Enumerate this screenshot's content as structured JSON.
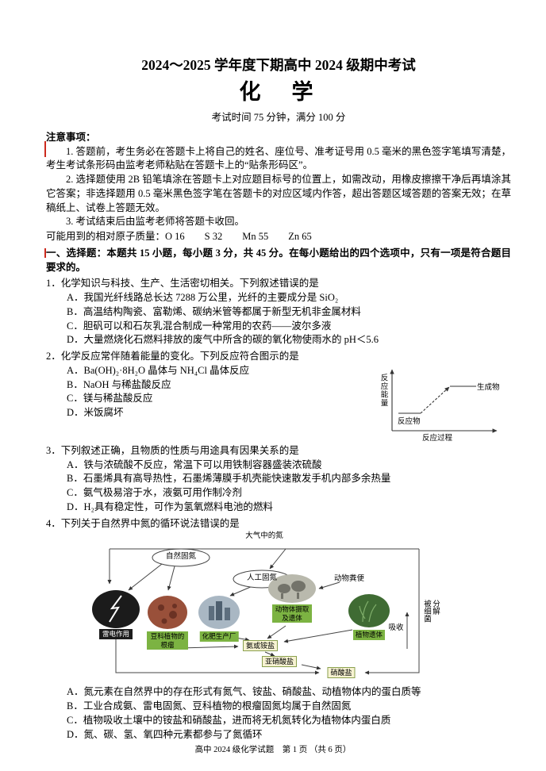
{
  "header": {
    "title": "2024～2025 学年度下期高中 2024 级期中考试",
    "subject": "化　学",
    "info": "考试时间 75 分钟，满分 100 分"
  },
  "notice": {
    "heading": "注意事项：",
    "item1": "1. 答题前，考生务必在答题卡上将自己的姓名、座位号、准考证号用 0.5 毫米的黑色签字笔填写清楚，考生考试条形码由监考老师粘贴在答题卡上的“贴条形码区”。",
    "item2": "2. 选择题使用 2B 铅笔填涂在答题卡上对应题目标号的位置上，如需改动，用橡皮擦擦干净后再填涂其它答案；非选择题用 0.5 毫米黑色签字笔在答题卡的对应区域内作答，超出答题区域答题的答案无效；在草稿纸上、试卷上答题无效。",
    "item3": "3. 考试结束后由监考老师将答题卡收回。",
    "atomic_mass": "可能用到的相对原子质量：O 16　　S 32　　Mn 55　　Zn 65"
  },
  "section_one": {
    "heading": "一、选择题：本题共 15 小题，每小题 3 分，共 45 分。在每小题给出的四个选项中，只有一项是符合题目要求的。"
  },
  "q1": {
    "stem": "1．化学知识与科技、生产、生活密切相关。下列叙述错误的是",
    "options": [
      "A．我国光纤线路总长达 7288 万公里，光纤的主要成分是 SiO₂",
      "B．高温结构陶瓷、富勒烯、碳纳米管等都属于新型无机非金属材料",
      "C．胆矾可以和石灰乳混合制成一种常用的农药——波尔多液",
      "D．大量燃烧化石燃料排放的废气中所含的碳的氧化物使雨水的 pH＜5.6"
    ]
  },
  "q2": {
    "stem": "2．化学反应常伴随着能量的变化。下列反应符合图示的是",
    "options": [
      "A．Ba(OH)₂·8H₂O 晶体与 NH₄Cl 晶体反应",
      "B．NaOH 与稀盐酸反应",
      "C．镁与稀盐酸反应",
      "D．米饭腐坏"
    ],
    "chart": {
      "y_label": "反应能量",
      "x_label": "反应过程",
      "reactant_label": "反应物",
      "product_label": "生成物"
    }
  },
  "q3": {
    "stem": "3．下列叙述正确，且物质的性质与用途具有因果关系的是",
    "options": [
      "A．铁与浓硫酸不反应，常温下可以用铁制容器盛装浓硫酸",
      "B．石墨烯具有高导热性，石墨烯薄膜手机壳能快速散发手机内部多余热量",
      "C．氨气极易溶于水，液氨可用作制冷剂",
      "D．H₂具有稳定性，可作为氢氧燃料电池的燃料"
    ]
  },
  "q4": {
    "stem": "4．下列关于自然界中氮的循环说法错误的是",
    "diagram": {
      "atmosphere": "大气中的氮",
      "natural_fixation": "自然固氮",
      "artificial_fixation": "人工固氮",
      "lightning": "雷电作用",
      "root_nodule": "豆科植物的根瘤",
      "fertilizer_plant": "化肥生产厂",
      "animal_intake": "动物体摄取及遗体",
      "animal_waste": "动物粪便",
      "plant_remains": "植物遗体",
      "bacteria_decompose": "被细菌分解",
      "absorb": "吸收",
      "ammonia": "氨或铵盐",
      "nitrite": "亚硝酸盐",
      "nitrate": "硝酸盐"
    },
    "options": [
      "A．氮元素在自然界中的存在形式有氮气、铵盐、硝酸盐、动植物体内的蛋白质等",
      "B．工业合成氨、雷电固氮、豆科植物的根瘤固氮均属于自然固氮",
      "C．植物吸收土壤中的铵盐和硝酸盐，进而将无机氮转化为植物体内蛋白质",
      "D．氮、碳、氢、氧四种元素都参与了氮循环"
    ]
  },
  "footer": "高中 2024 级化学试题　第 1 页 （共 6 页）"
}
